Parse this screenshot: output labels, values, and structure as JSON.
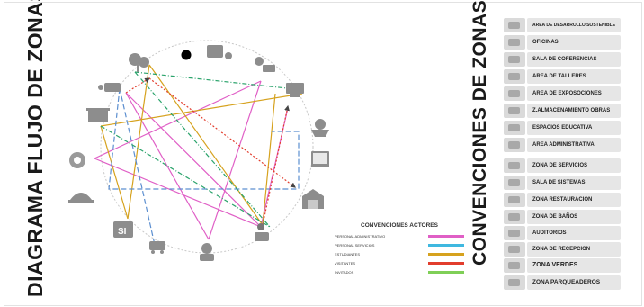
{
  "titles": {
    "left": "DIAGRAMA  FLUJO DE  ZONAS",
    "right": "CONVENCIONES DE ZONAS"
  },
  "legend": {
    "title": "CONVENCIONES ACTORES",
    "items": [
      {
        "label": "PERSONAL ADMINISTRATIVO",
        "color": "#e05fc6"
      },
      {
        "label": "PERSONAL SERVICIOS",
        "color": "#3fb8e0"
      },
      {
        "label": "ESTUDIANTES",
        "color": "#d6a21e"
      },
      {
        "label": "VISITANTES",
        "color": "#e23d2d"
      },
      {
        "label": "INVITADOS",
        "color": "#7fcf57"
      }
    ]
  },
  "zones": [
    {
      "label": "AREA DE DESARROLLO SOSTENIBLE",
      "icon": "leaf-icon"
    },
    {
      "label": "OFICINAS",
      "icon": "office-icon"
    },
    {
      "label": "SALA DE COFERENCIAS",
      "icon": "conference-icon"
    },
    {
      "label": "AREA DE TALLERES",
      "icon": "workshop-icon"
    },
    {
      "label": "AREA DE EXPOSOCIONES",
      "icon": "exhibition-icon"
    },
    {
      "label": "Z.ALMACENAMIENTO OBRAS",
      "icon": "warehouse-icon"
    },
    {
      "label": "ESPACIOS EDUCATIVA",
      "icon": "education-icon"
    },
    {
      "label": "AREA ADMINISTRATIVA",
      "icon": "admin-icon"
    },
    {
      "label": "ZONA DE SERVICIOS",
      "icon": "services-icon"
    },
    {
      "label": "SALA DE SISTEMAS",
      "icon": "systems-icon"
    },
    {
      "label": "ZONA RESTAURACION",
      "icon": "restaurant-icon"
    },
    {
      "label": "ZONA DE BAÑOS",
      "icon": "restroom-icon"
    },
    {
      "label": "AUDITORIOS",
      "icon": "auditorium-icon"
    },
    {
      "label": "ZONA DE RECEPCION",
      "icon": "reception-icon"
    },
    {
      "label": "ZONA VERDES",
      "icon": "tree-icon"
    },
    {
      "label": "ZONA PARQUEADEROS",
      "icon": "parking-icon"
    }
  ],
  "diagram": {
    "node_icons": [
      "trees-icon",
      "conference-icon",
      "workshop-icon",
      "exhibition-icon",
      "sustainable-icon",
      "education-icon",
      "warehouse-icon",
      "reception-icon",
      "services-icon",
      "restroom-icon",
      "restaurant-icon",
      "systems-icon",
      "parking-icon",
      "admin-icon",
      "office-icon"
    ],
    "node_center_marker": "black-dot",
    "flow_style": {
      "line_colors": [
        "#e05fc6",
        "#3fb8e0",
        "#d6a21e",
        "#e23d2d",
        "#2aa36b"
      ]
    }
  }
}
